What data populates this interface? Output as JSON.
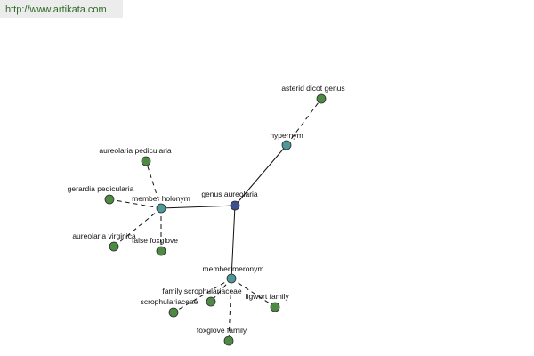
{
  "url_text": "http://www.artikata.com",
  "colors": {
    "root_node": "#3d4f8f",
    "relation_node": "#4f9898",
    "leaf_node": "#4f8a45",
    "edge": "#111111"
  },
  "graph": {
    "root": {
      "id": "root",
      "label": "genus aureolaria",
      "type": "root"
    },
    "relations": [
      {
        "id": "hypernym",
        "label": "hypernym"
      },
      {
        "id": "holonym",
        "label": "member holonym"
      },
      {
        "id": "meronym",
        "label": "member meronym"
      }
    ],
    "leaves": [
      {
        "id": "asterid",
        "label": "asterid dicot genus",
        "parent": "hypernym"
      },
      {
        "id": "pedicularia",
        "label": "aureolaria pedicularia",
        "parent": "holonym"
      },
      {
        "id": "gerardia",
        "label": "gerardia pedicularia",
        "parent": "holonym"
      },
      {
        "id": "virginica",
        "label": "aureolaria virginica",
        "parent": "holonym"
      },
      {
        "id": "falsefox",
        "label": "false foxglove",
        "parent": "holonym"
      },
      {
        "id": "famscroph",
        "label": "family scrophulariaceae",
        "parent": "meronym"
      },
      {
        "id": "scroph",
        "label": "scrophulariaceae",
        "parent": "meronym"
      },
      {
        "id": "figwort",
        "label": "figwort family",
        "parent": "meronym"
      },
      {
        "id": "foxfam",
        "label": "foxglove family",
        "parent": "meronym"
      }
    ]
  }
}
